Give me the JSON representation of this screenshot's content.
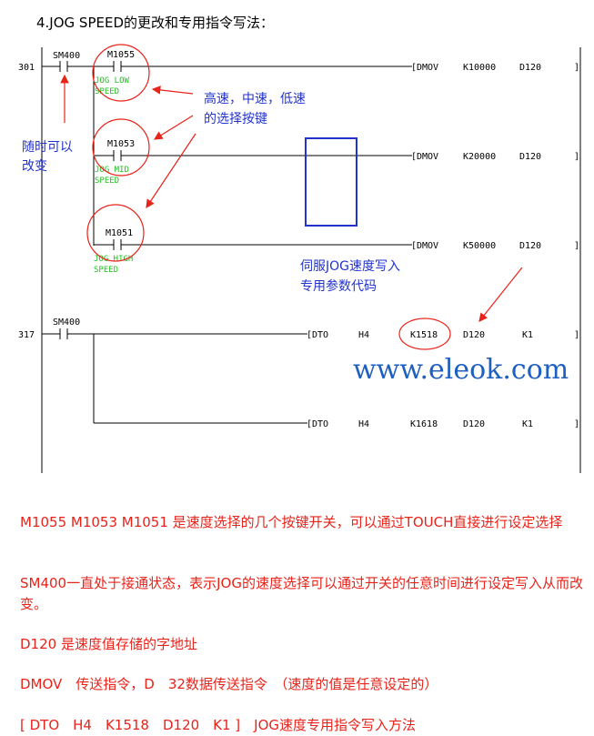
{
  "title": "4.JOG SPEED的更改和专用指令写法：",
  "ladder": {
    "rung1": {
      "step": "301",
      "contact_main": "SM400",
      "branches": [
        {
          "contact": "M1055",
          "comment1": "JOG LOW",
          "comment2": "SPEED",
          "instr": "DMOV",
          "op1": "K10000",
          "op2": "D120"
        },
        {
          "contact": "M1053",
          "comment1": "JOG MID",
          "comment2": "SPEED",
          "instr": "DMOV",
          "op1": "K20000",
          "op2": "D120"
        },
        {
          "contact": "M1051",
          "comment1": "JOG HIGH",
          "comment2": "SPEED",
          "instr": "DMOV",
          "op1": "K50000",
          "op2": "D120"
        }
      ]
    },
    "rung2": {
      "step": "317",
      "contact_main": "SM400",
      "rows": [
        {
          "instr": "DTO",
          "op1": "H4",
          "op2": "K1518",
          "op3": "D120",
          "op4": "K1"
        },
        {
          "instr": "DTO",
          "op1": "H4",
          "op2": "K1618",
          "op3": "D120",
          "op4": "K1"
        }
      ]
    }
  },
  "annotations": {
    "speed_select": [
      "高速，中速，低速",
      "的选择按键"
    ],
    "change_anytime": [
      "随时可以",
      "改变"
    ],
    "servo_jog": [
      "伺服JOG速度写入",
      "专用参数代码"
    ]
  },
  "watermark": "www.eleok.com",
  "descriptions": [
    "M1055 M1053 M1051 是速度选择的几个按键开关，可以通过TOUCH直接进行设定选择",
    "SM400一直处于接通状态，表示JOG的速度选择可以通过开关的任意时间进行设定写入从而改变。",
    "D120 是速度值存储的字地址",
    "DMOV　传送指令，D　32数据传送指令　（速度的值是任意设定的）",
    "[ DTO　H4　K1518　D120　K1 ]　JOG速度专用指令写入方法"
  ],
  "colors": {
    "annotation_red": "#e8231a",
    "annotation_blue": "#2233cc",
    "comment_green": "#22c022",
    "watermark_blue": "#1f5fbf"
  }
}
